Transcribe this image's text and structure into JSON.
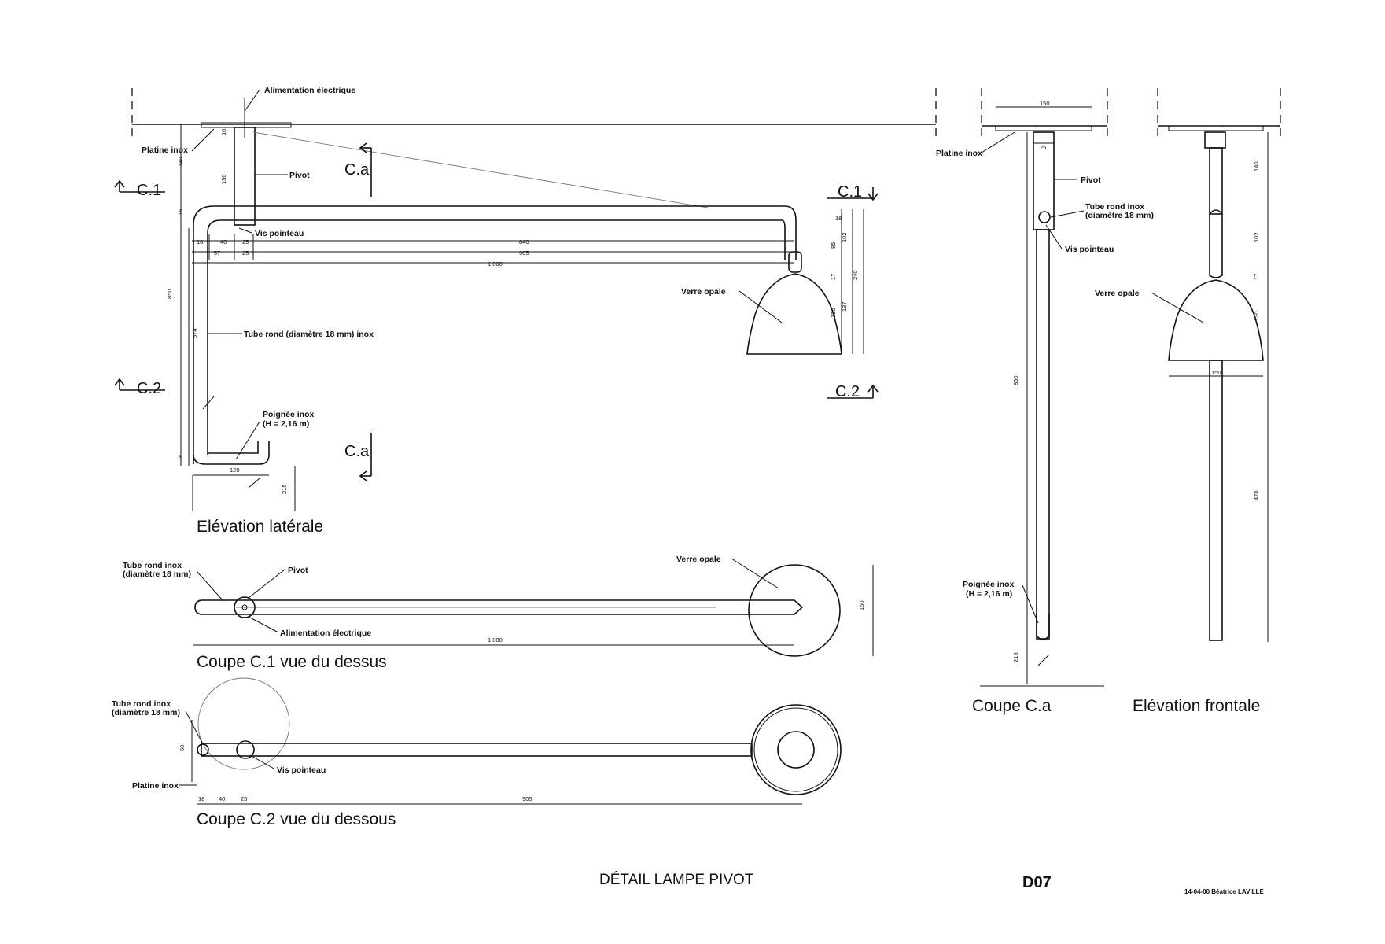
{
  "sheet_title": "DÉTAIL LAMPE PIVOT",
  "sheet_number": "D07",
  "signature": "14-04-00  Béatrice LAVILLE",
  "views": {
    "elevation_laterale": "Elévation latérale",
    "coupe_c1": "Coupe C.1 vue du dessus",
    "coupe_c2": "Coupe C.2 vue du dessous",
    "coupe_ca": "Coupe C.a",
    "elevation_frontale": "Elévation frontale"
  },
  "section_marks": {
    "c1": "C.1",
    "c2": "C.2",
    "ca": "C.a"
  },
  "labels": {
    "alimentation": "Alimentation électrique",
    "platine": "Platine inox",
    "pivot": "Pivot",
    "vis": "Vis pointeau",
    "tube_rond": "Tube rond (diamètre 18 mm) inox",
    "verre": "Verre opale",
    "poignee_1": "Poignée inox",
    "poignee_2": "(H = 2,16 m)",
    "tube_inox_1": "Tube rond inox",
    "tube_inox_2": "(diamètre 18 mm)"
  },
  "dimensions": {
    "d10": "10",
    "d140": "140",
    "d18": "18",
    "d15": "15",
    "d40": "40",
    "d25": "25",
    "d57": "57",
    "d840": "840",
    "d905": "905",
    "d1000": "1 000",
    "d850": "850",
    "d574": "574",
    "d120": "120",
    "d215": "215",
    "d102": "102",
    "d17": "17",
    "d240": "240",
    "d130": "130",
    "d150": "150",
    "d470": "470",
    "d85": "85",
    "d50": "50",
    "d137": "137"
  }
}
